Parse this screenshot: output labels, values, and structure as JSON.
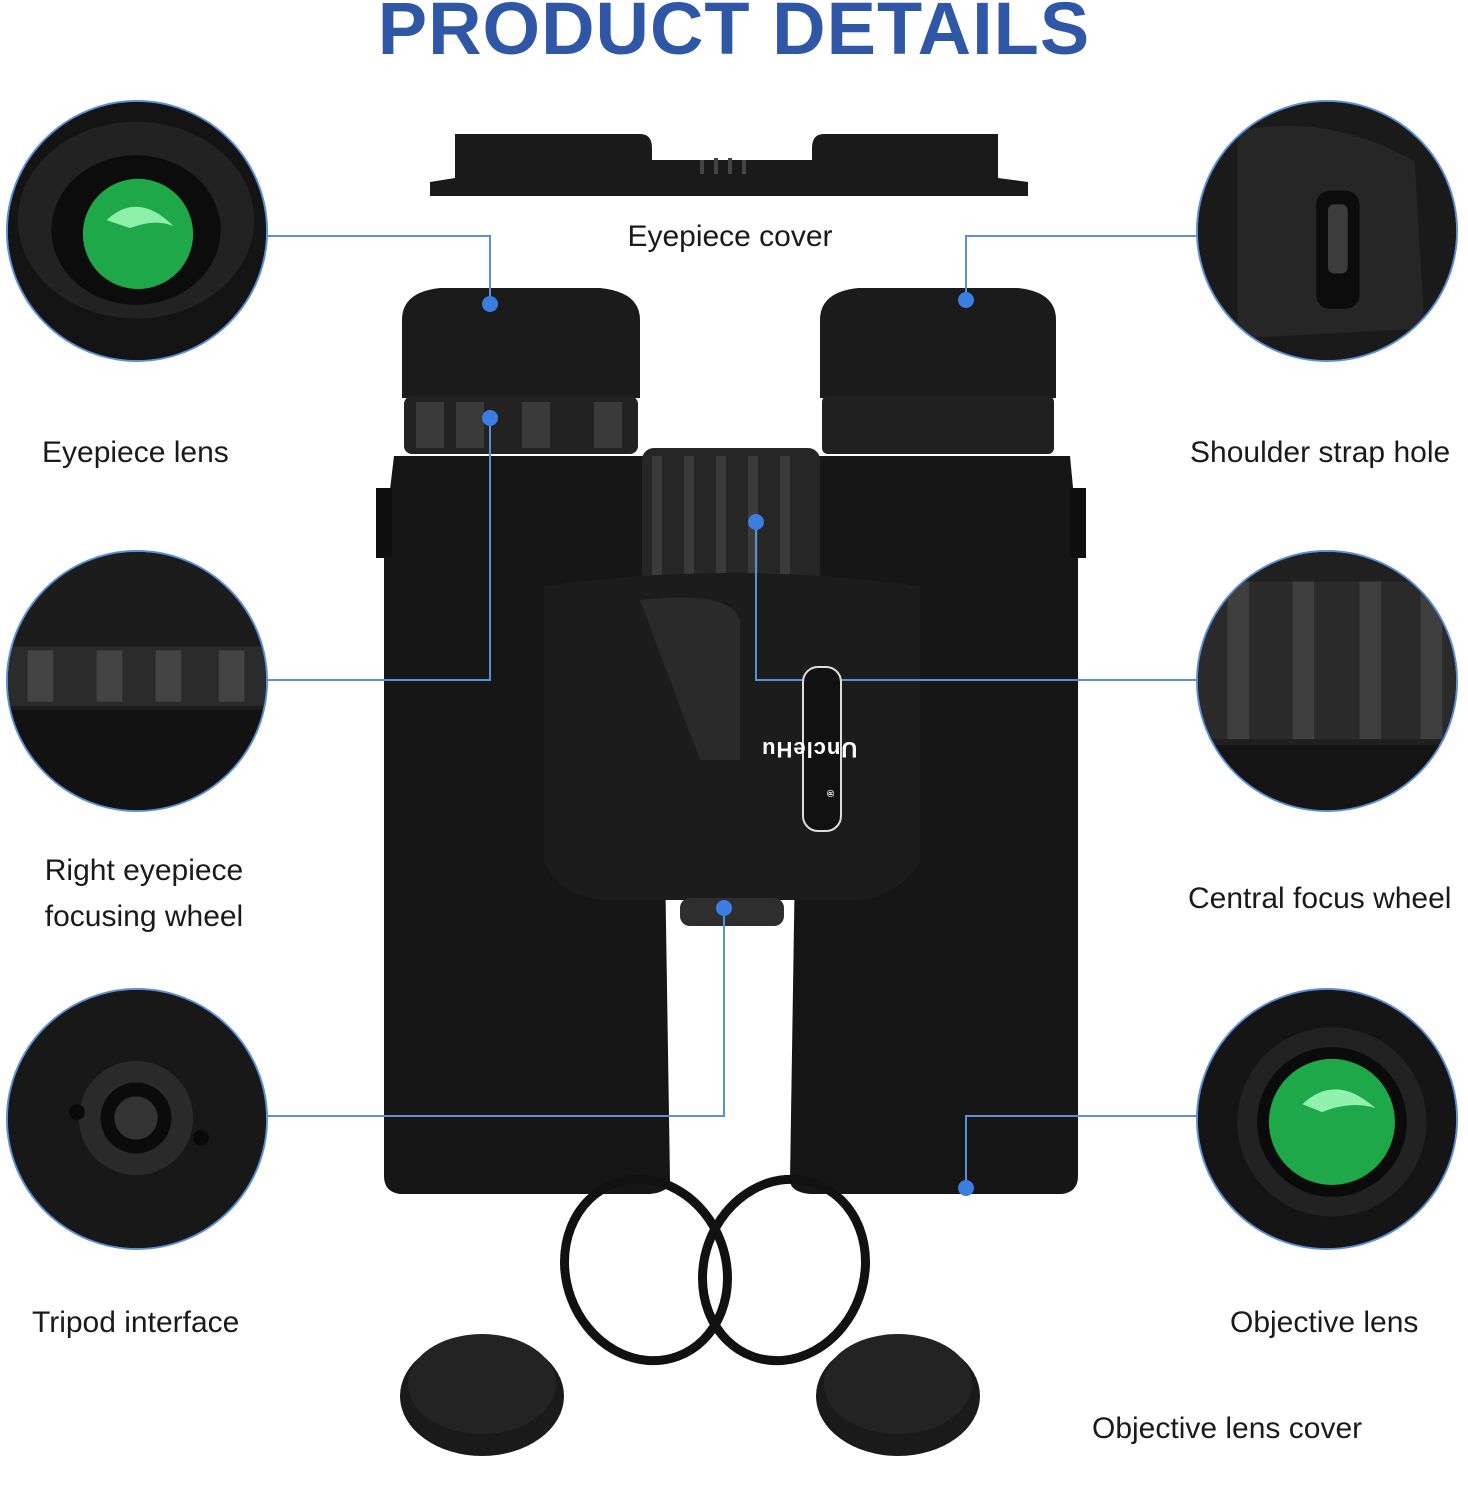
{
  "title": "PRODUCT DETAILS",
  "labels": {
    "eyepiece_cover": "Eyepiece cover",
    "eyepiece_lens": "Eyepiece lens",
    "shoulder_strap_hole": "Shoulder strap hole",
    "right_eyepiece_line1": "Right eyepiece",
    "right_eyepiece_line2": "focusing wheel",
    "central_focus_wheel": "Central focus wheel",
    "tripod_interface": "Tripod interface",
    "objective_lens": "Objective lens",
    "objective_lens_cover": "Objective lens cover"
  },
  "brand": {
    "name": "UncleHu",
    "mark": "®"
  },
  "colors": {
    "title": "#2f57a6",
    "callout_line": "#5b8fd6",
    "callout_dot": "#3b7de0",
    "body": "#141414",
    "lens_green": "#1fa84a"
  }
}
